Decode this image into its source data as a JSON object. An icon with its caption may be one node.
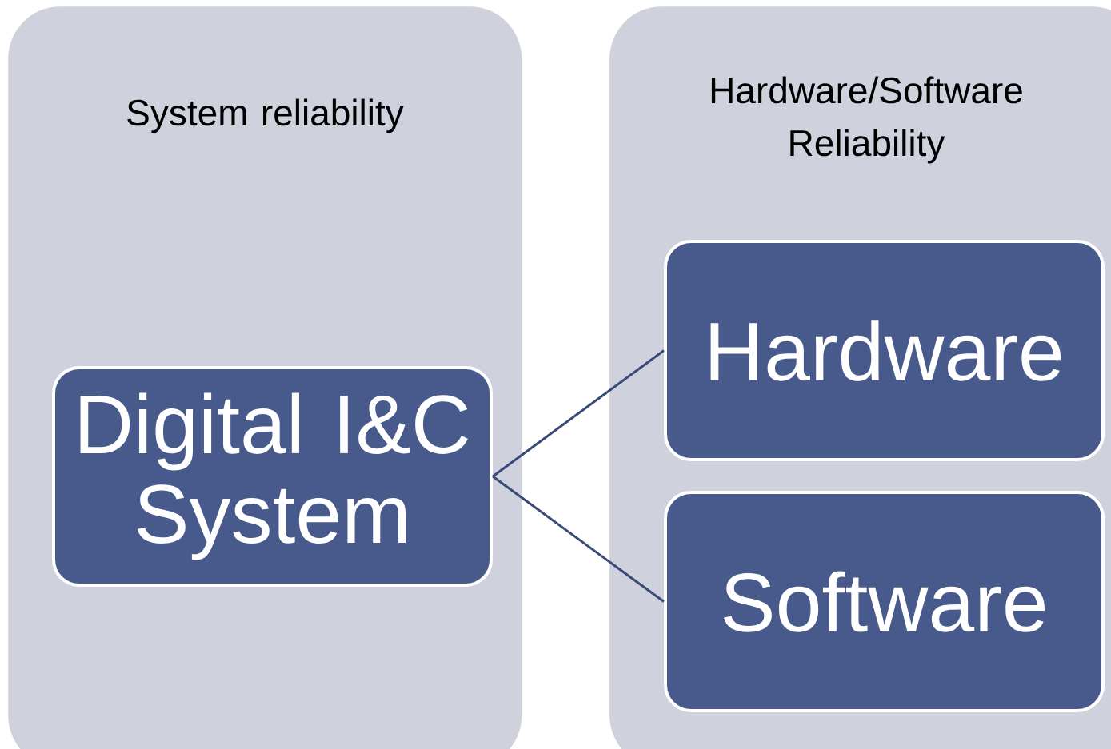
{
  "diagram": {
    "nodes": [
      {
        "text": [
          "System reliability"
        ]
      },
      {
        "text": [
          "Hardware/Software Reliability"
        ]
      },
      {
        "text": [
          "Digital I&C System"
        ],
        "in": 0
      },
      {
        "text": [
          "Hardware"
        ],
        "in": 1
      },
      {
        "text": [
          "Software"
        ],
        "in": 1
      }
    ],
    "edges": [
      {
        "from": 2,
        "to": 3,
        "arrow": "none"
      },
      {
        "from": 2,
        "to": 4,
        "arrow": "none"
      }
    ]
  }
}
